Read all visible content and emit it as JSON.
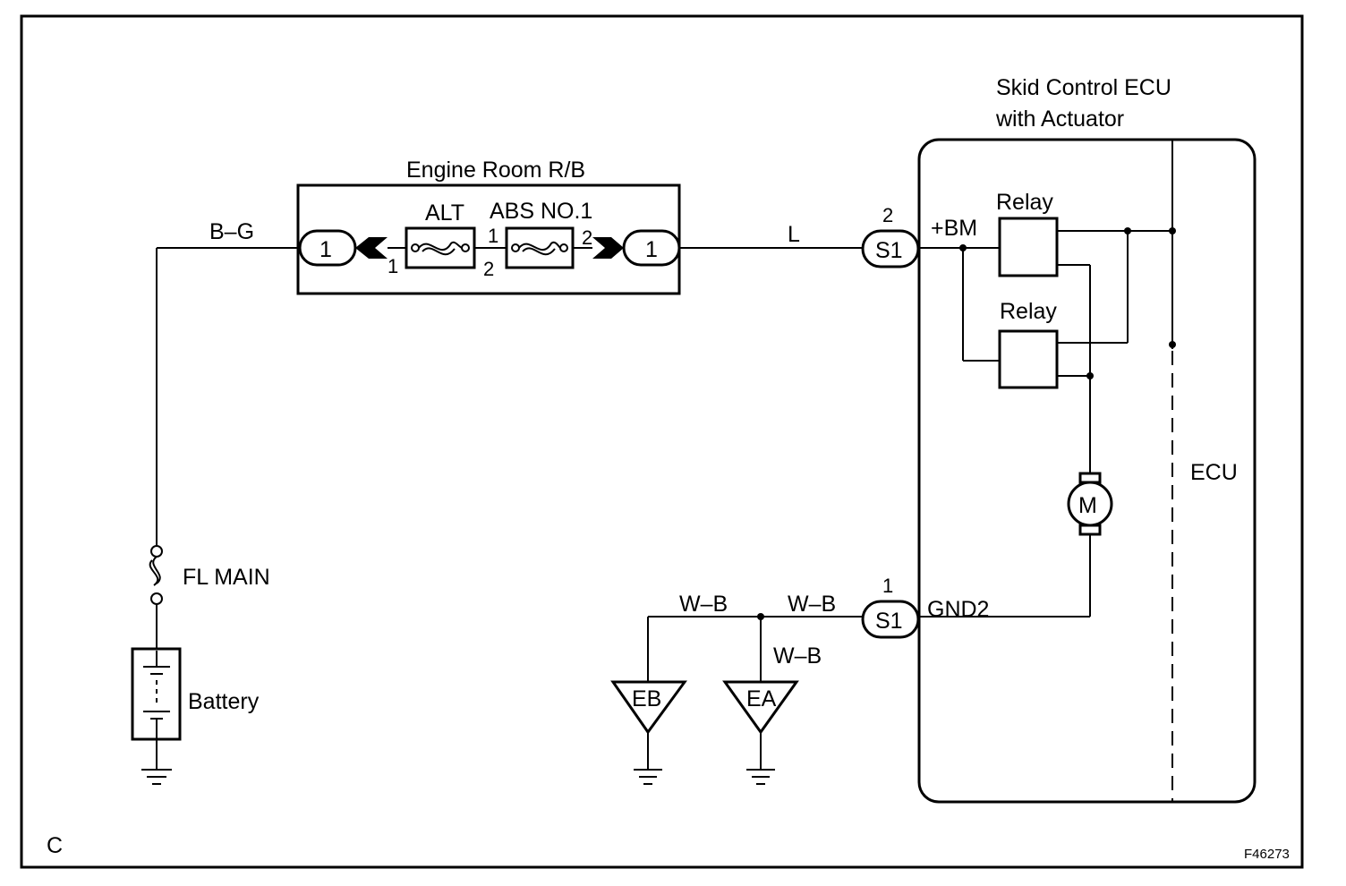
{
  "frame": {
    "corner_label": "C",
    "figure_id": "F46273"
  },
  "relay_block": {
    "title": "Engine Room R/B",
    "fuse_alt": "ALT",
    "fuse_abs": "ABS NO.1",
    "left_connector": "1",
    "right_connector": "1",
    "pins": {
      "alt_left": "1",
      "abs_in": "1",
      "alt_out": "2",
      "abs_out": "2"
    }
  },
  "wires": {
    "battery_feed": "B–G",
    "ecu_feed": "L",
    "ground_1": "W–B",
    "ground_2": "W–B",
    "ground_3": "W–B"
  },
  "power_source": {
    "fuse": "FL MAIN",
    "battery": "Battery"
  },
  "ecu": {
    "title_line1": "Skid Control ECU",
    "title_line2": "with Actuator",
    "connector_top": "S1",
    "connector_top_pin": "2",
    "terminal_top": "+BM",
    "connector_bottom": "S1",
    "connector_bottom_pin": "1",
    "terminal_bottom": "GND2",
    "relay_1": "Relay",
    "relay_2": "Relay",
    "motor": "M",
    "section_label": "ECU"
  },
  "grounds": {
    "ground_eb": "EB",
    "ground_ea": "EA"
  }
}
